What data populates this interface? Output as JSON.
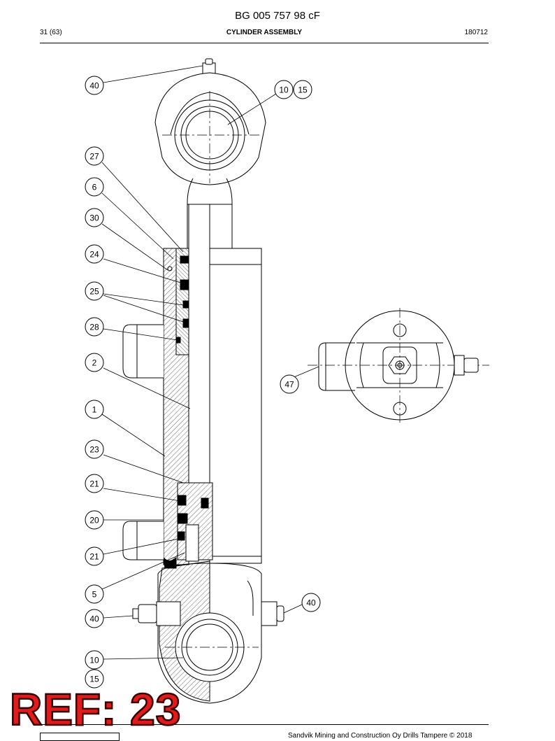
{
  "header": {
    "doc_number": "BG 005 757 98 cF",
    "page": "31 (63)",
    "section_title": "CYLINDER ASSEMBLY",
    "date_code": "180712"
  },
  "footer": {
    "copyright": "Sandvik Mining and Construction Oy Drills Tampere © 2018"
  },
  "ref_stamp": "REF: 23",
  "callouts": {
    "c40_top": "40",
    "c10_top": "10",
    "c15_top": "15",
    "c27": "27",
    "c6": "6",
    "c30": "30",
    "c24": "24",
    "c25": "25",
    "c28": "28",
    "c2": "2",
    "c47": "47",
    "c1": "1",
    "c23": "23",
    "c21_a": "21",
    "c20": "20",
    "c21_b": "21",
    "c5": "5",
    "c40_right": "40",
    "c40_left": "40",
    "c10_bottom": "10",
    "c15_bottom": "15"
  }
}
